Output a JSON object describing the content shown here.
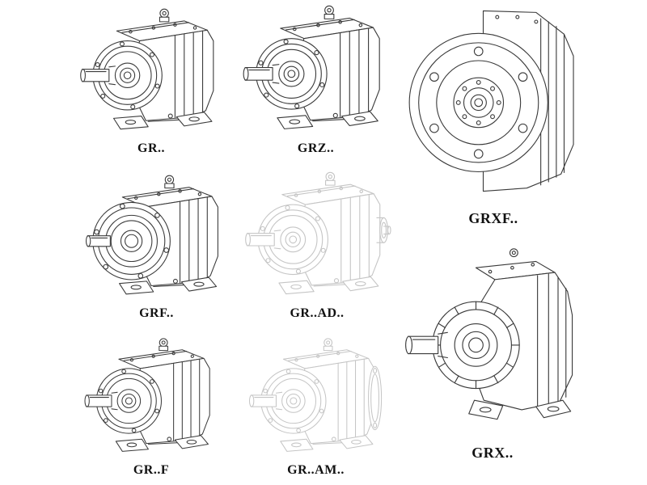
{
  "page": {
    "background": "#ffffff",
    "ink": "#3a3a3a",
    "faint_ink": "#c5c5c5"
  },
  "models": [
    {
      "label": "GR..",
      "icon": "gear-unit-foot-mounted-iso",
      "line_style": "solid"
    },
    {
      "label": "GRZ..",
      "icon": "gear-unit-foot-mounted-iso",
      "line_style": "solid"
    },
    {
      "label": "GRXF..",
      "icon": "gear-unit-flange-front-view",
      "line_style": "solid"
    },
    {
      "label": "GRF..",
      "icon": "gear-unit-flange-mounted-iso",
      "line_style": "solid"
    },
    {
      "label": "GR..AD..",
      "icon": "gear-unit-input-adapter-iso",
      "line_style": "faint"
    },
    {
      "label": "GR..F",
      "icon": "gear-unit-foot-mounted-iso",
      "line_style": "solid"
    },
    {
      "label": "GR..AM..",
      "icon": "gear-unit-motor-flange-iso",
      "line_style": "faint"
    },
    {
      "label": "GRX..",
      "icon": "gear-unit-foot-large-iso",
      "line_style": "solid"
    }
  ]
}
